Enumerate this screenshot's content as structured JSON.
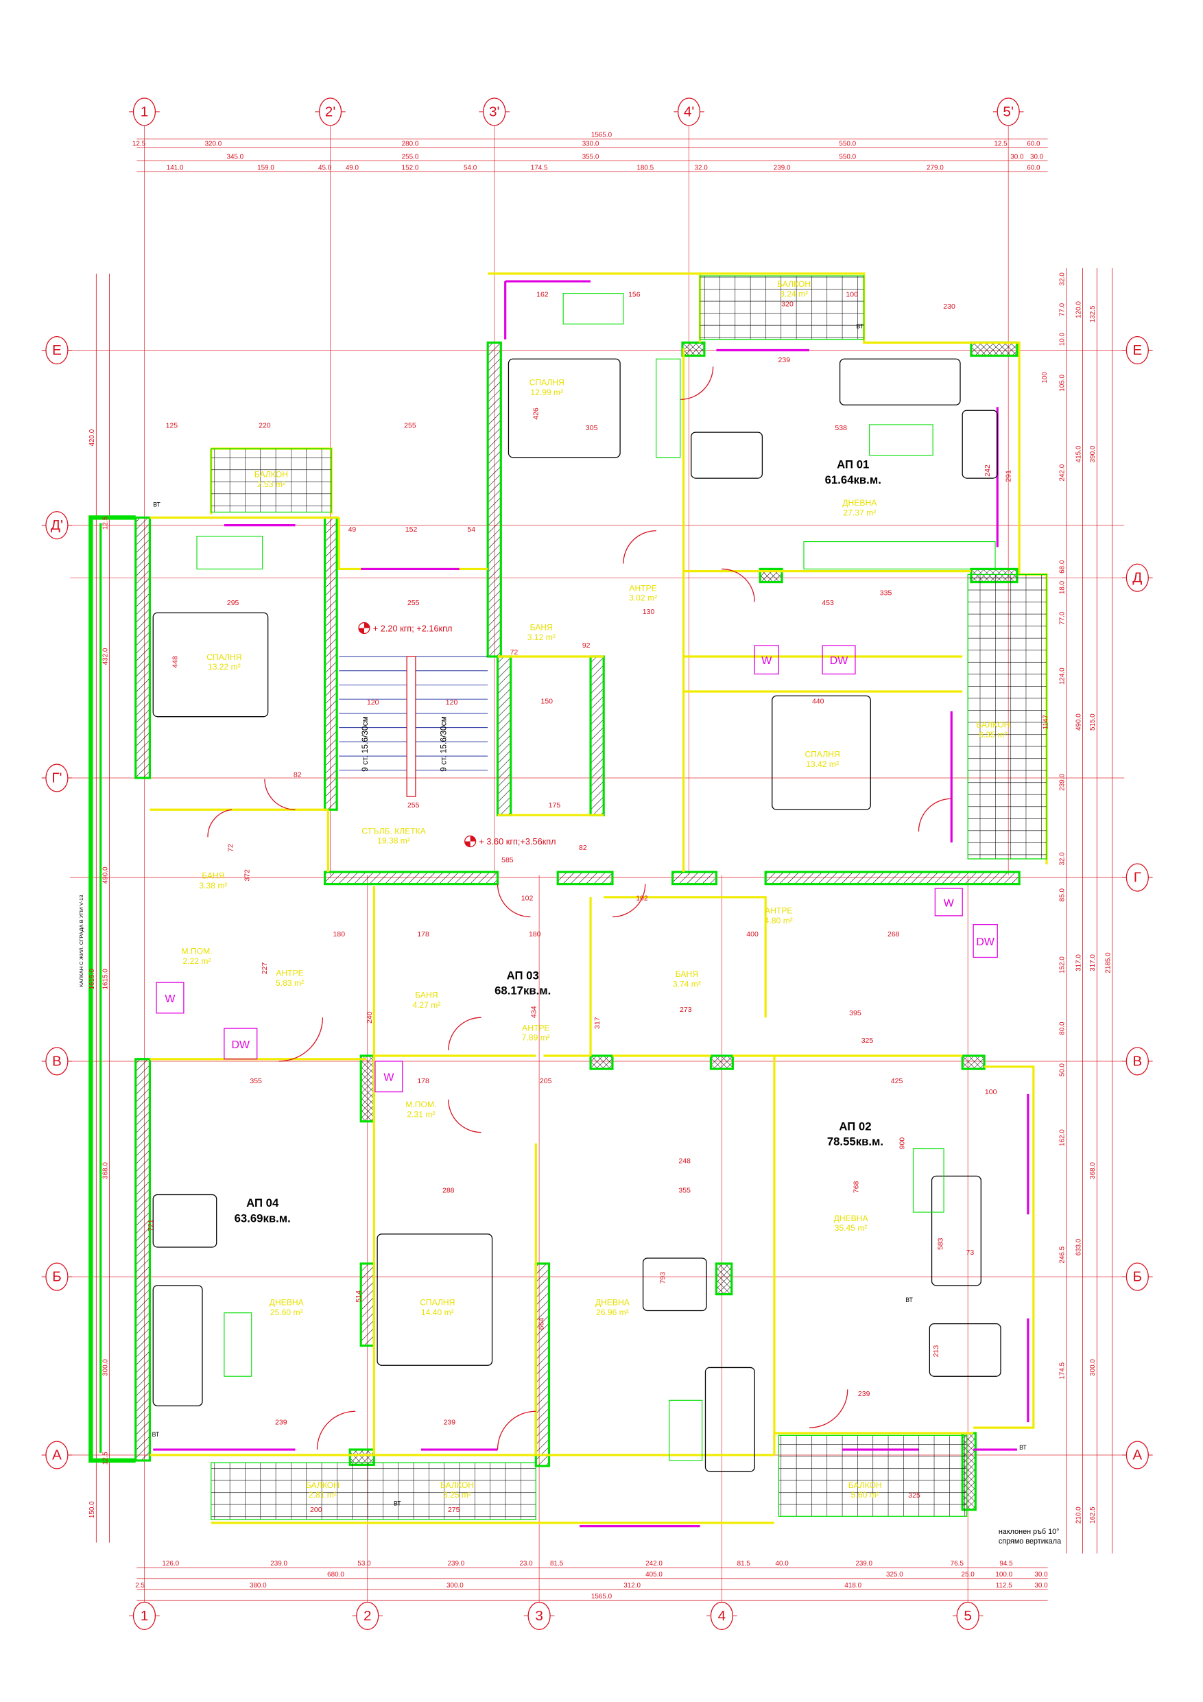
{
  "grid": {
    "columns_top": [
      "1",
      "2'",
      "3'",
      "4'",
      "5'"
    ],
    "columns_bottom": [
      "1",
      "2",
      "3",
      "4",
      "5"
    ],
    "rows_left": [
      "Е",
      "Д'",
      "Г'",
      "В",
      "Б",
      "А"
    ],
    "rows_right": [
      "Е",
      "Д",
      "Г",
      "В",
      "Б",
      "А"
    ]
  },
  "dimensions": {
    "top": [
      [
        "1565.0"
      ],
      [
        "12.5",
        "320.0",
        "280.0",
        "330.0",
        "550.0",
        "12.5",
        "60.0"
      ],
      [
        "345.0",
        "255.0",
        "355.0",
        "550.0",
        "30.0",
        "30.0"
      ],
      [
        "141.0",
        "159.0",
        "45.0",
        "49.0",
        "152.0",
        "54.0",
        "174.5",
        "180.5",
        "32.0",
        "239.0",
        "279.0",
        "60.0"
      ]
    ],
    "bottom": [
      [
        "126.0",
        "239.0",
        "53.0",
        "239.0",
        "23.0",
        "81.5",
        "242.0",
        "81.5",
        "40.0",
        "239.0",
        "76.5",
        "94.5"
      ],
      [
        "680.0",
        "405.0",
        "325.0",
        "25.0",
        "100.0",
        "30.0"
      ],
      [
        "2.5",
        "380.0",
        "300.0",
        "312.0",
        "418.0",
        "112.5",
        "30.0"
      ],
      [
        "1565.0"
      ]
    ],
    "left": [
      "420.0",
      "432.0",
      "490.0",
      "1615.0",
      "1615.0",
      "368.0",
      "300.0",
      "150.0",
      "12.5",
      "12.5"
    ],
    "right": [
      "32.0",
      "77.0",
      "10.0",
      "105.0",
      "242.0",
      "68.0",
      "18.0",
      "77.0",
      "124.0",
      "239.0",
      "32.0",
      "85.0",
      "152.0",
      "80.0",
      "50.0",
      "162.0",
      "246.5",
      "174.5",
      "120.0",
      "415.0",
      "490.0",
      "317.0",
      "633.0",
      "210.0",
      "132.5",
      "390.0",
      "515.0",
      "317.0",
      "368.0",
      "300.0",
      "162.5",
      "2185.0",
      "1147",
      "100"
    ],
    "interior": [
      "125",
      "220",
      "255",
      "305",
      "538",
      "239",
      "320",
      "230",
      "162",
      "156",
      "100",
      "426",
      "295",
      "255",
      "152",
      "49",
      "54",
      "448",
      "335",
      "453",
      "130",
      "440",
      "120",
      "120",
      "150",
      "585",
      "255",
      "175",
      "102",
      "102",
      "400",
      "268",
      "180",
      "180",
      "178",
      "355",
      "205",
      "178",
      "425",
      "100",
      "395",
      "325",
      "273",
      "248",
      "355",
      "288",
      "239",
      "239",
      "239",
      "200",
      "275",
      "325",
      "73",
      "768",
      "900",
      "583",
      "213",
      "82",
      "82",
      "92",
      "72",
      "72",
      "242",
      "291",
      "372",
      "227",
      "240",
      "434",
      "317",
      "514",
      "664",
      "721",
      "793"
    ]
  },
  "apartments": [
    {
      "name": "АП 01",
      "area": "61.64кв.м."
    },
    {
      "name": "АП 03",
      "area": "68.17кв.м."
    },
    {
      "name": "АП 02",
      "area": "78.55кв.м."
    },
    {
      "name": "АП 04",
      "area": "63.69кв.м."
    }
  ],
  "rooms": [
    {
      "name": "СПАЛНЯ",
      "area": "12.99 m²"
    },
    {
      "name": "ДНЕВНА",
      "area": "27.37 m²"
    },
    {
      "name": "БАЛКОН",
      "area": "3.24 m²"
    },
    {
      "name": "БАЛКОН",
      "area": "2.53 m²"
    },
    {
      "name": "СПАЛНЯ",
      "area": "13.22 m²"
    },
    {
      "name": "АНТРЕ",
      "area": "3.02 m²"
    },
    {
      "name": "БАНЯ",
      "area": "3.12 m²"
    },
    {
      "name": "СТЪЛБ. КЛЕТКА",
      "area": "19.38 m²"
    },
    {
      "name": "СПАЛНЯ",
      "area": "13.42 m²"
    },
    {
      "name": "БАЛКОН",
      "area": "6.35 m²"
    },
    {
      "name": "АНТРЕ",
      "area": "4.80 m²"
    },
    {
      "name": "БАНЯ",
      "area": "3.38 m²"
    },
    {
      "name": "М.ПОМ.",
      "area": "2.22 m²"
    },
    {
      "name": "АНТРЕ",
      "area": "5.83 m²"
    },
    {
      "name": "БАНЯ",
      "area": "4.27 m²"
    },
    {
      "name": "АНТРЕ",
      "area": "7.89 m²"
    },
    {
      "name": "БАНЯ",
      "area": "3.74 m²"
    },
    {
      "name": "М.ПОМ.",
      "area": "2.31 m²"
    },
    {
      "name": "ДНЕВНА",
      "area": "35.45 m²"
    },
    {
      "name": "ДНЕВНА",
      "area": "25.60 m²"
    },
    {
      "name": "СПАЛНЯ",
      "area": "14.40 m²"
    },
    {
      "name": "ДНЕВНА",
      "area": "26.96 m²"
    },
    {
      "name": "БАЛКОН",
      "area": "2.81 m²"
    },
    {
      "name": "БАЛКОН",
      "area": "3.25 m²"
    },
    {
      "name": "БАЛКОН",
      "area": "5.60 m²"
    }
  ],
  "levels": [
    "+ 2.20 кгп; +2.16кпл",
    "+ 3.60 кгп;+3.56кпл"
  ],
  "stairs": [
    "9 ст. 15.6/30см",
    "9 ст. 15.6/30см"
  ],
  "notes": {
    "party_wall": "КАЛКАН С ЖИЛ. СГРАДА В УПИ V-13",
    "edge_note_line1": "наклонен ръб 10°",
    "edge_note_line2": "спрямо вертикала"
  },
  "markers": {
    "bt": "ВТ"
  },
  "appliances": {
    "washer": "W",
    "dishwasher": "DW"
  },
  "colors": {
    "grid": "#d8101e",
    "structural_wall": "#00e000",
    "partition": "#f0ec00",
    "window": "#e000e0",
    "door": "#d8101e",
    "furniture": "#000000"
  }
}
